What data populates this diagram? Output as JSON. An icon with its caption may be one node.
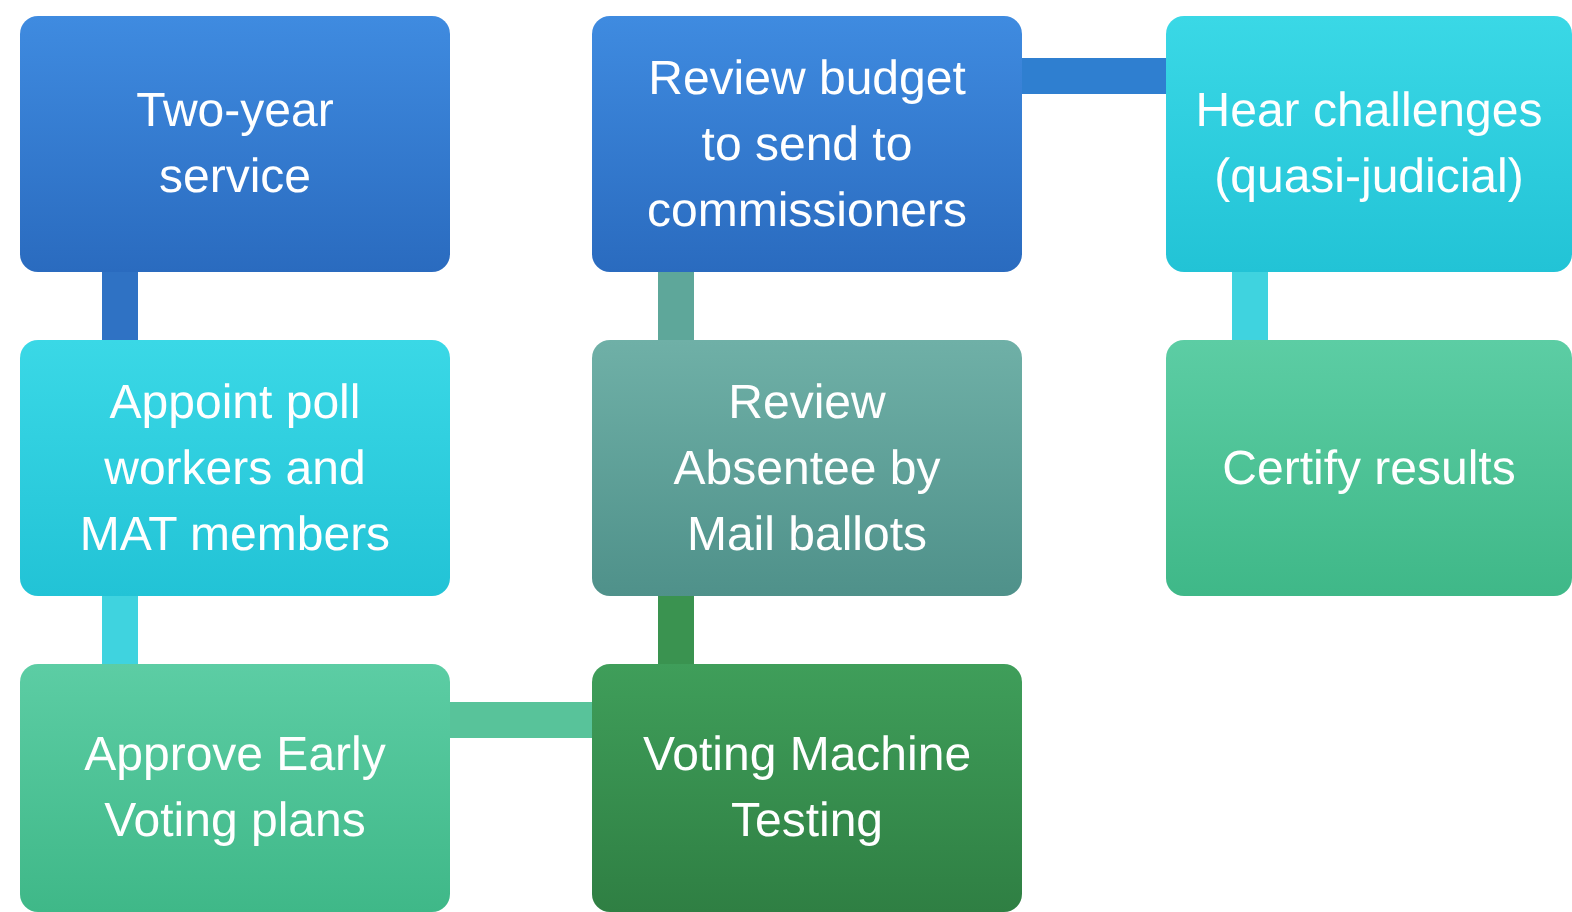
{
  "diagram": {
    "nodes": [
      {
        "text": [
          "Two-year service"
        ]
      },
      {
        "text": [
          "Appoint poll workers and MAT members"
        ]
      },
      {
        "text": [
          "Approve Early Voting plans"
        ]
      },
      {
        "text": [
          "Voting Machine Testing"
        ]
      },
      {
        "text": [
          "Review Absentee by Mail ballots"
        ]
      },
      {
        "text": [
          "Review budget to send to commissioners"
        ]
      },
      {
        "text": [
          "Hear challenges (quasi-judicial)"
        ]
      },
      {
        "text": [
          "Certify results"
        ]
      }
    ],
    "edges": [
      {
        "from": 0,
        "to": 1,
        "arrow": "none",
        "color": "#2f72c4"
      },
      {
        "from": 1,
        "to": 2,
        "arrow": "none",
        "color": "#3fd3df"
      },
      {
        "from": 2,
        "to": 3,
        "arrow": "none",
        "color": "#58c39a"
      },
      {
        "from": 3,
        "to": 4,
        "arrow": "none",
        "color": "#3a9350"
      },
      {
        "from": 4,
        "to": 5,
        "arrow": "none",
        "color": "#5ea79a"
      },
      {
        "from": 5,
        "to": 6,
        "arrow": "none",
        "color": "#2f7fd0"
      },
      {
        "from": 6,
        "to": 7,
        "arrow": "none",
        "color": "#3fd3df"
      }
    ]
  }
}
